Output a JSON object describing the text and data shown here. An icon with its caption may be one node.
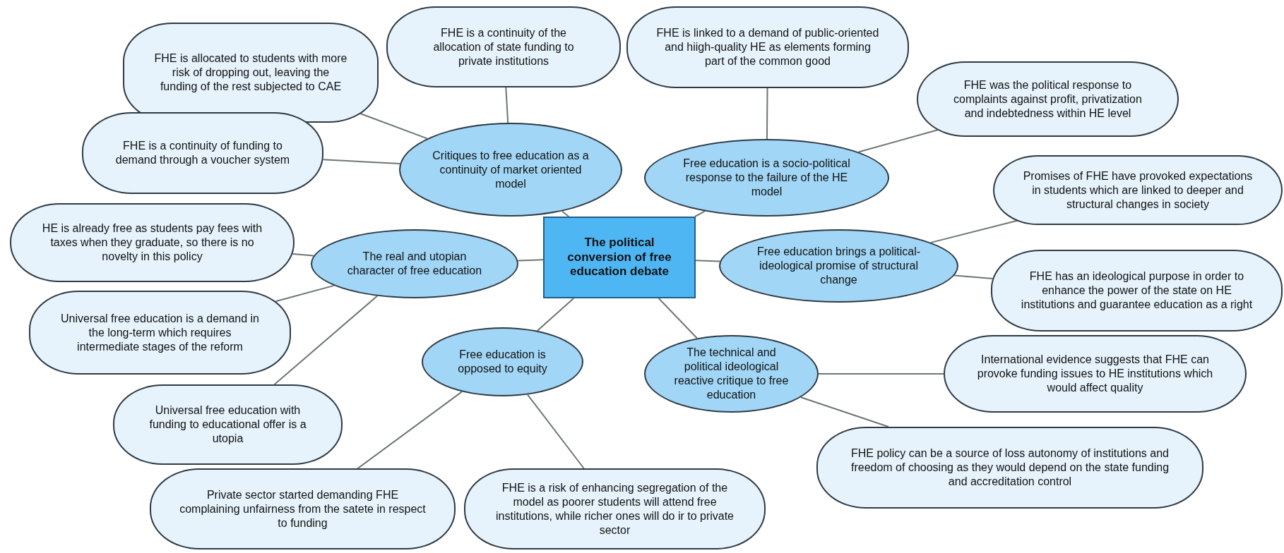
{
  "diagram": {
    "nodes": [
      {
        "text": [
          "The political conversion of free education debate"
        ]
      },
      {
        "text": [
          "Critiques to free education as a continuity of market oriented model"
        ]
      },
      {
        "text": [
          "Free education is a socio-political response to the failure of the HE model"
        ]
      },
      {
        "text": [
          "The real and utopian character of free education"
        ]
      },
      {
        "text": [
          "Free education brings a political-ideological promise of structural change"
        ]
      },
      {
        "text": [
          "Free education is opposed to equity"
        ]
      },
      {
        "text": [
          "The technical and political ideological reactive critique to free education"
        ]
      },
      {
        "text": [
          "FHE is allocated to students with more risk of dropping out, leaving the funding of the rest subjected to CAE"
        ]
      },
      {
        "text": [
          "FHE is a continuity of the allocation of state funding to private institutions"
        ]
      },
      {
        "text": [
          "FHE is a continuity of funding to demand through a voucher system"
        ]
      },
      {
        "text": [
          "FHE is linked to a demand of public-oriented and hiigh-quality HE as elements forming part of the common good"
        ]
      },
      {
        "text": [
          "FHE was the political response to complaints against profit, privatization and indebtedness within HE level"
        ]
      },
      {
        "text": [
          "Promises of FHE have provoked expectations in students which are linked to deeper and structural changes in society"
        ]
      },
      {
        "text": [
          "HE is already free as students pay fees with taxes when they graduate, so there is no novelty in this policy"
        ]
      },
      {
        "text": [
          "FHE has an ideological purpose in order to enhance the power of the state on HE institutions and guarantee education as a right"
        ]
      },
      {
        "text": [
          "Universal free education is a demand in the long-term which requires intermediate stages of the reform"
        ]
      },
      {
        "text": [
          "Universal free education with funding to educational offer is a utopia"
        ]
      },
      {
        "text": [
          "International evidence suggests that FHE can provoke funding issues to HE institutions which would affect quality"
        ]
      },
      {
        "text": [
          "Private sector started demanding FHE complaining unfairness from the satete in respect to funding"
        ]
      },
      {
        "text": [
          "FHE is a risk of enhancing segregation of the model as poorer students will attend free institutions, while richer ones will do ir to private sector"
        ]
      },
      {
        "text": [
          "FHE policy can be a source of loss autonomy of institutions and freedom of choosing as they would depend on the state funding and accreditation control"
        ]
      }
    ],
    "edges": [
      {
        "from": 0,
        "to": 1,
        "arrow": "none"
      },
      {
        "from": 0,
        "to": 2,
        "arrow": "none"
      },
      {
        "from": 0,
        "to": 3,
        "arrow": "none"
      },
      {
        "from": 0,
        "to": 4,
        "arrow": "none"
      },
      {
        "from": 0,
        "to": 5,
        "arrow": "none"
      },
      {
        "from": 0,
        "to": 6,
        "arrow": "none"
      },
      {
        "from": 1,
        "to": 7,
        "arrow": "none"
      },
      {
        "from": 1,
        "to": 8,
        "arrow": "none"
      },
      {
        "from": 1,
        "to": 9,
        "arrow": "none"
      },
      {
        "from": 2,
        "to": 10,
        "arrow": "none"
      },
      {
        "from": 2,
        "to": 11,
        "arrow": "none"
      },
      {
        "from": 4,
        "to": 12,
        "arrow": "none"
      },
      {
        "from": 4,
        "to": 14,
        "arrow": "none"
      },
      {
        "from": 3,
        "to": 13,
        "arrow": "none"
      },
      {
        "from": 3,
        "to": 15,
        "arrow": "none"
      },
      {
        "from": 3,
        "to": 16,
        "arrow": "none"
      },
      {
        "from": 6,
        "to": 17,
        "arrow": "none"
      },
      {
        "from": 6,
        "to": 20,
        "arrow": "none"
      },
      {
        "from": 5,
        "to": 18,
        "arrow": "none"
      },
      {
        "from": 5,
        "to": 19,
        "arrow": "none"
      }
    ]
  }
}
